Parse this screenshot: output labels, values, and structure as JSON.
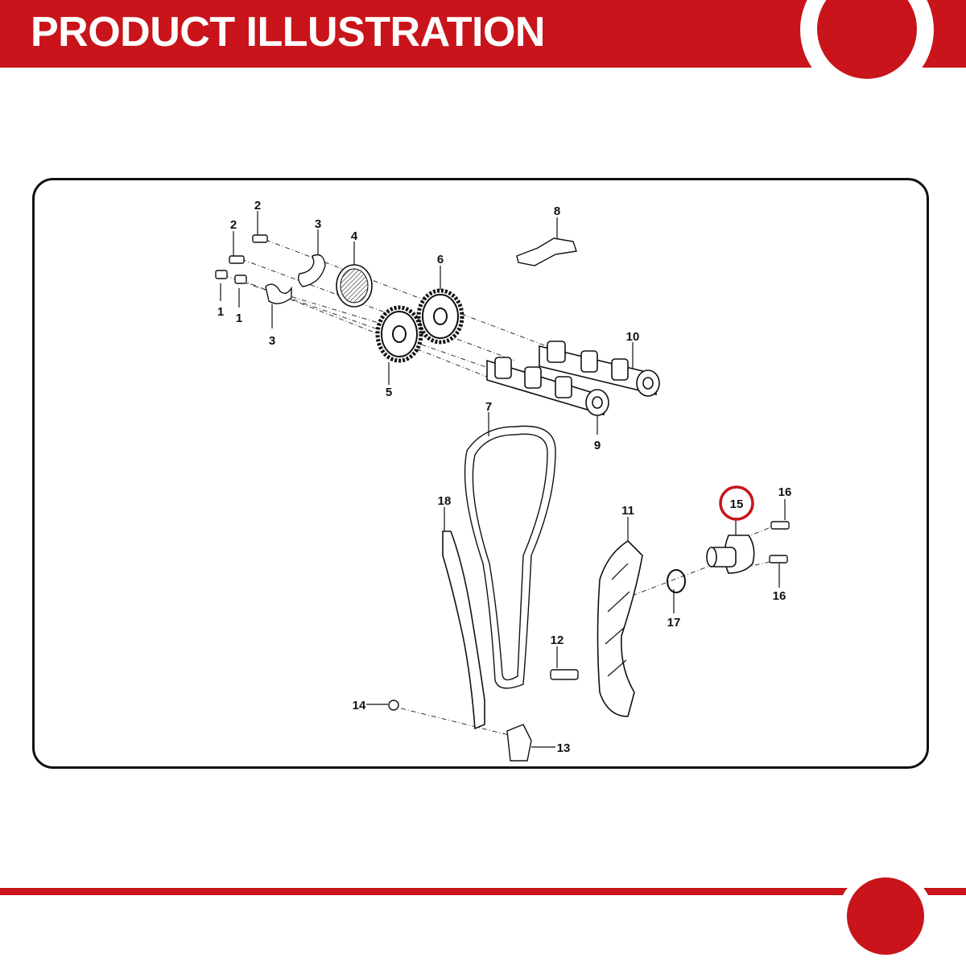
{
  "header": {
    "title": "PRODUCT ILLUSTRATION",
    "accent_color": "#c8141a"
  },
  "diagram": {
    "callouts": [
      "1",
      "1",
      "2",
      "2",
      "3",
      "3",
      "4",
      "5",
      "6",
      "7",
      "8",
      "9",
      "10",
      "11",
      "12",
      "13",
      "14",
      "15",
      "16",
      "16",
      "17",
      "18"
    ],
    "highlighted_part": "15",
    "highlight_color": "#c8141a"
  }
}
